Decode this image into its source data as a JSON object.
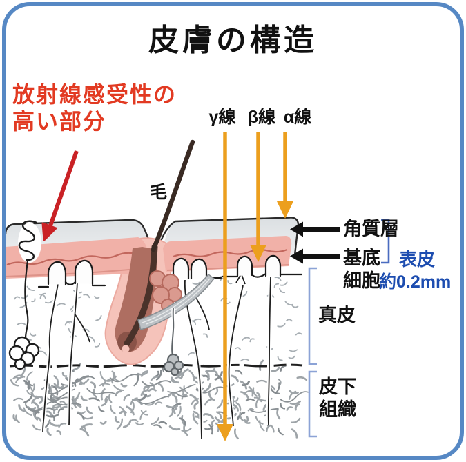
{
  "title": "皮膚の構造",
  "callout": {
    "line1": "放射線感受性の",
    "line2": "高い部分"
  },
  "rays": [
    {
      "id": "gamma",
      "label": "γ線"
    },
    {
      "id": "beta",
      "label": "β線"
    },
    {
      "id": "alpha",
      "label": "α線"
    }
  ],
  "hair_label": "毛",
  "layer_labels": {
    "stratum_corneum": "角質層",
    "basal_line1": "基底",
    "basal_line2": "細胞",
    "dermis": "真皮",
    "subcutis_line1": "皮下",
    "subcutis_line2": "組織"
  },
  "epidermis_note": {
    "name": "表皮",
    "thickness": "約0.2mm"
  },
  "colors": {
    "frame_border": "#5688C4",
    "callout_red": "#E23A22",
    "pointer_arrow_red": "#C92125",
    "ray_arrow_orange": "#EC9F1E",
    "epidermis_gray": "#DFE3E6",
    "basal_layer_pink": "#F1B1A8",
    "note_blue": "#1D4DB0",
    "epidermis_bracket_blue": "#4A6CC0",
    "deep_bracket_blue": "#8CA3D6"
  }
}
